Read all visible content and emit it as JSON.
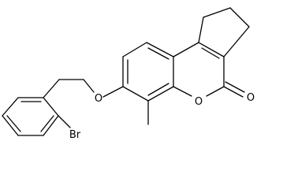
{
  "molecule": {
    "atom_labels": {
      "oxygen_ether": "O",
      "oxygen_ring": "O",
      "oxygen_carbonyl": "O",
      "bromine": "Br"
    }
  }
}
